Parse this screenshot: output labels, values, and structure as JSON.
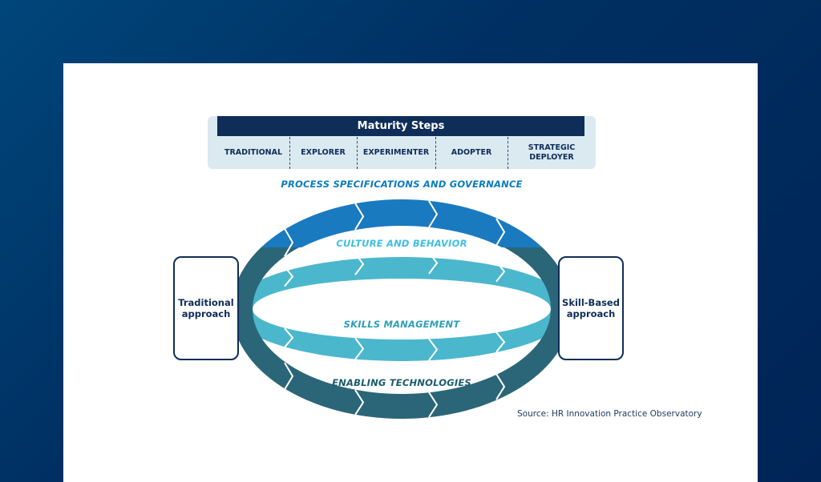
{
  "diagram": {
    "maturity": {
      "title": "Maturity Steps",
      "steps": [
        "TRADITIONAL",
        "EXPLORER",
        "EXPERIMENTER",
        "ADOPTER",
        "STRATEGIC\nDEPLOYER"
      ]
    },
    "layers": [
      {
        "label": "PROCESS SPECIFICATIONS AND GOVERNANCE",
        "color": "#0b7cc0"
      },
      {
        "label": "CULTURE AND BEHAVIOR",
        "color": "#3cbfe6"
      },
      {
        "label": "SKILLS MANAGEMENT",
        "color": "#2ba1b8"
      },
      {
        "label": "ENABLING TECHNOLOGIES",
        "color": "#1a5b6e"
      }
    ],
    "band_colors": {
      "process": "#1a7ac0",
      "culture": "#8ddaf2",
      "skills": "#4bb7cd",
      "technologies": "#2b6678"
    },
    "endpoints": {
      "left": "Traditional approach",
      "right": "Skill-Based approach"
    },
    "source": "Source: HR Innovation Practice Observatory"
  }
}
